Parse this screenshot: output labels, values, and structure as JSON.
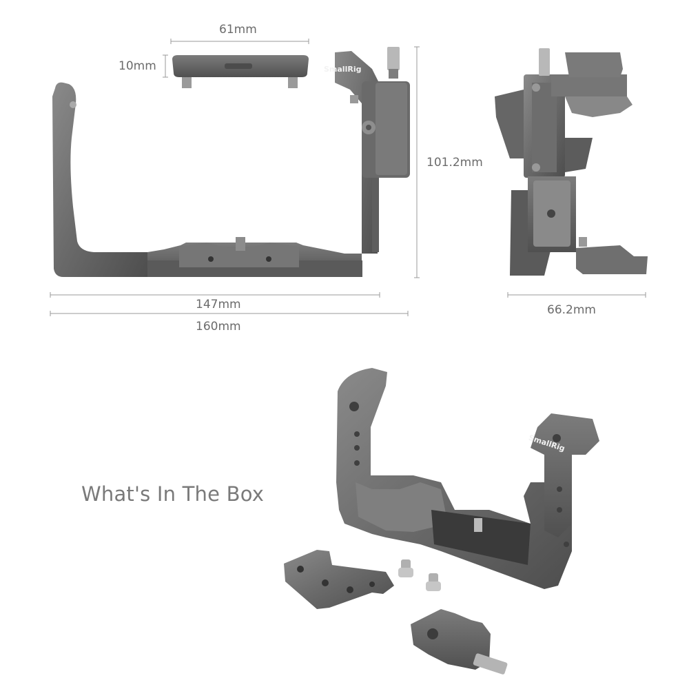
{
  "dimensions": {
    "top_plate_width": "61mm",
    "top_plate_height": "10mm",
    "cage_height": "101.2mm",
    "inner_width": "147mm",
    "outer_width": "160mm",
    "side_depth": "66.2mm"
  },
  "brand": {
    "logo_text_top": "SmallRig",
    "logo_text_box": "SmallRig"
  },
  "box_section": {
    "title": "What's In The Box"
  },
  "colors": {
    "metal": "#6e6e6e",
    "metal_light": "#8a8a8a",
    "metal_dark": "#4a4a4a",
    "dim_line": "#9a9a9a"
  }
}
